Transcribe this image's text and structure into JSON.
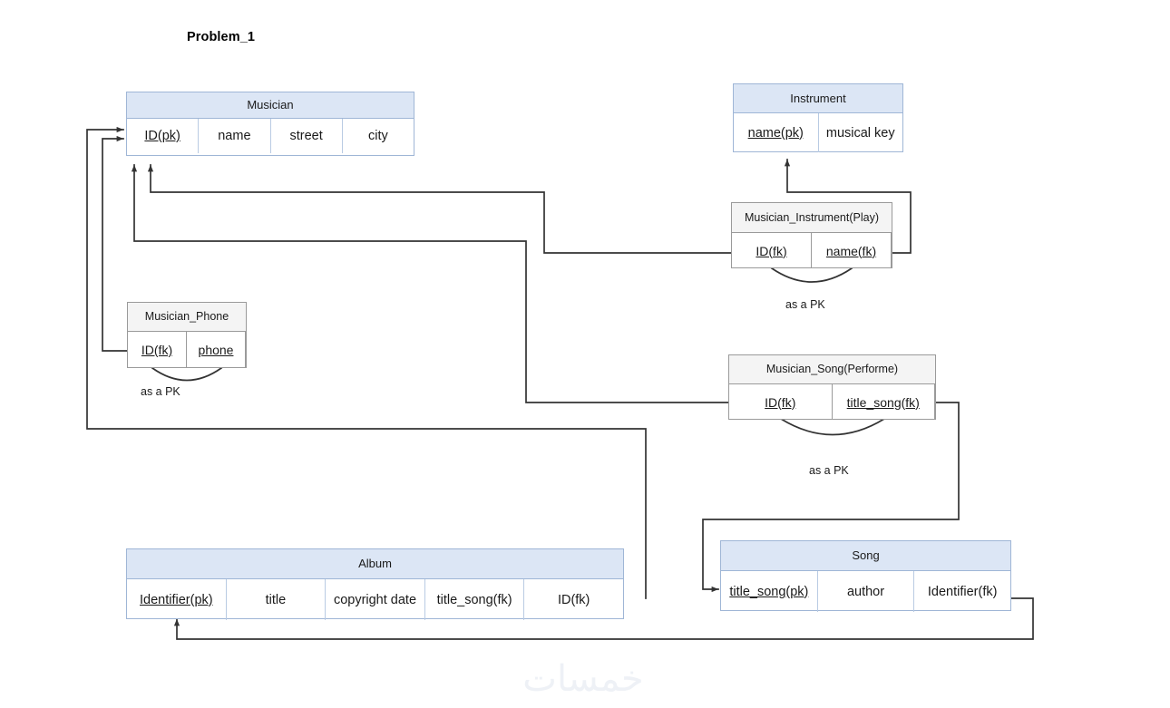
{
  "diagram": {
    "title": "Problem_1",
    "watermark": "خمسات",
    "colors": {
      "header_blue": "#dce6f5",
      "header_gray": "#f4f4f4",
      "border_blue": "#9fb6d6",
      "border_gray": "#9a9a9a",
      "connector": "#333333"
    }
  },
  "relations": [
    {
      "id": "musician",
      "name": "Musician",
      "style": "blue",
      "attributes": [
        {
          "label": "ID(pk)",
          "key": true
        },
        {
          "label": "name",
          "key": false
        },
        {
          "label": "street",
          "key": false
        },
        {
          "label": "city",
          "key": false
        }
      ]
    },
    {
      "id": "instrument",
      "name": "Instrument",
      "style": "blue",
      "attributes": [
        {
          "label": "name(pk)",
          "key": true
        },
        {
          "label": "musical key",
          "key": false
        }
      ]
    },
    {
      "id": "musician_instrument",
      "name": "Musician_Instrument(Play)",
      "style": "gray",
      "note": "as a PK",
      "attributes": [
        {
          "label": "ID(fk)",
          "key": true
        },
        {
          "label": "name(fk)",
          "key": true
        }
      ]
    },
    {
      "id": "musician_phone",
      "name": "Musician_Phone",
      "style": "gray",
      "note": "as a PK",
      "attributes": [
        {
          "label": "ID(fk)",
          "key": true
        },
        {
          "label": "phone",
          "key": true
        }
      ]
    },
    {
      "id": "musician_song",
      "name": "Musician_Song(Performe)",
      "style": "gray",
      "note": "as a PK",
      "attributes": [
        {
          "label": "ID(fk)",
          "key": true
        },
        {
          "label": "title_song(fk)",
          "key": true
        }
      ]
    },
    {
      "id": "album",
      "name": "Album",
      "style": "blue",
      "attributes": [
        {
          "label": "Identifier(pk)",
          "key": true
        },
        {
          "label": "title",
          "key": false
        },
        {
          "label": "copyright date",
          "key": false
        },
        {
          "label": "title_song(fk)",
          "key": false
        },
        {
          "label": "ID(fk)",
          "key": false
        }
      ]
    },
    {
      "id": "song",
      "name": "Song",
      "style": "blue",
      "attributes": [
        {
          "label": "title_song(pk)",
          "key": true
        },
        {
          "label": "author",
          "key": false
        },
        {
          "label": "Identifier(fk)",
          "key": false
        }
      ]
    }
  ],
  "notes": [
    {
      "id": "note_mi",
      "text": "as a PK"
    },
    {
      "id": "note_mp",
      "text": "as a PK"
    },
    {
      "id": "note_ms",
      "text": "as a PK"
    }
  ],
  "relationships": [
    {
      "from": "musician_phone.ID(fk)",
      "to": "musician.ID(pk)"
    },
    {
      "from": "album.ID(fk)",
      "to": "musician.ID(pk)"
    },
    {
      "from": "musician_instrument.ID(fk)",
      "to": "musician.ID(pk)"
    },
    {
      "from": "musician_song.ID(fk)",
      "to": "musician.ID(pk)"
    },
    {
      "from": "musician_instrument.name(fk)",
      "to": "instrument.name(pk)"
    },
    {
      "from": "musician_song.title_song(fk)",
      "to": "song.title_song(pk)"
    },
    {
      "from": "song.Identifier(fk)",
      "to": "album.Identifier(pk)"
    }
  ]
}
